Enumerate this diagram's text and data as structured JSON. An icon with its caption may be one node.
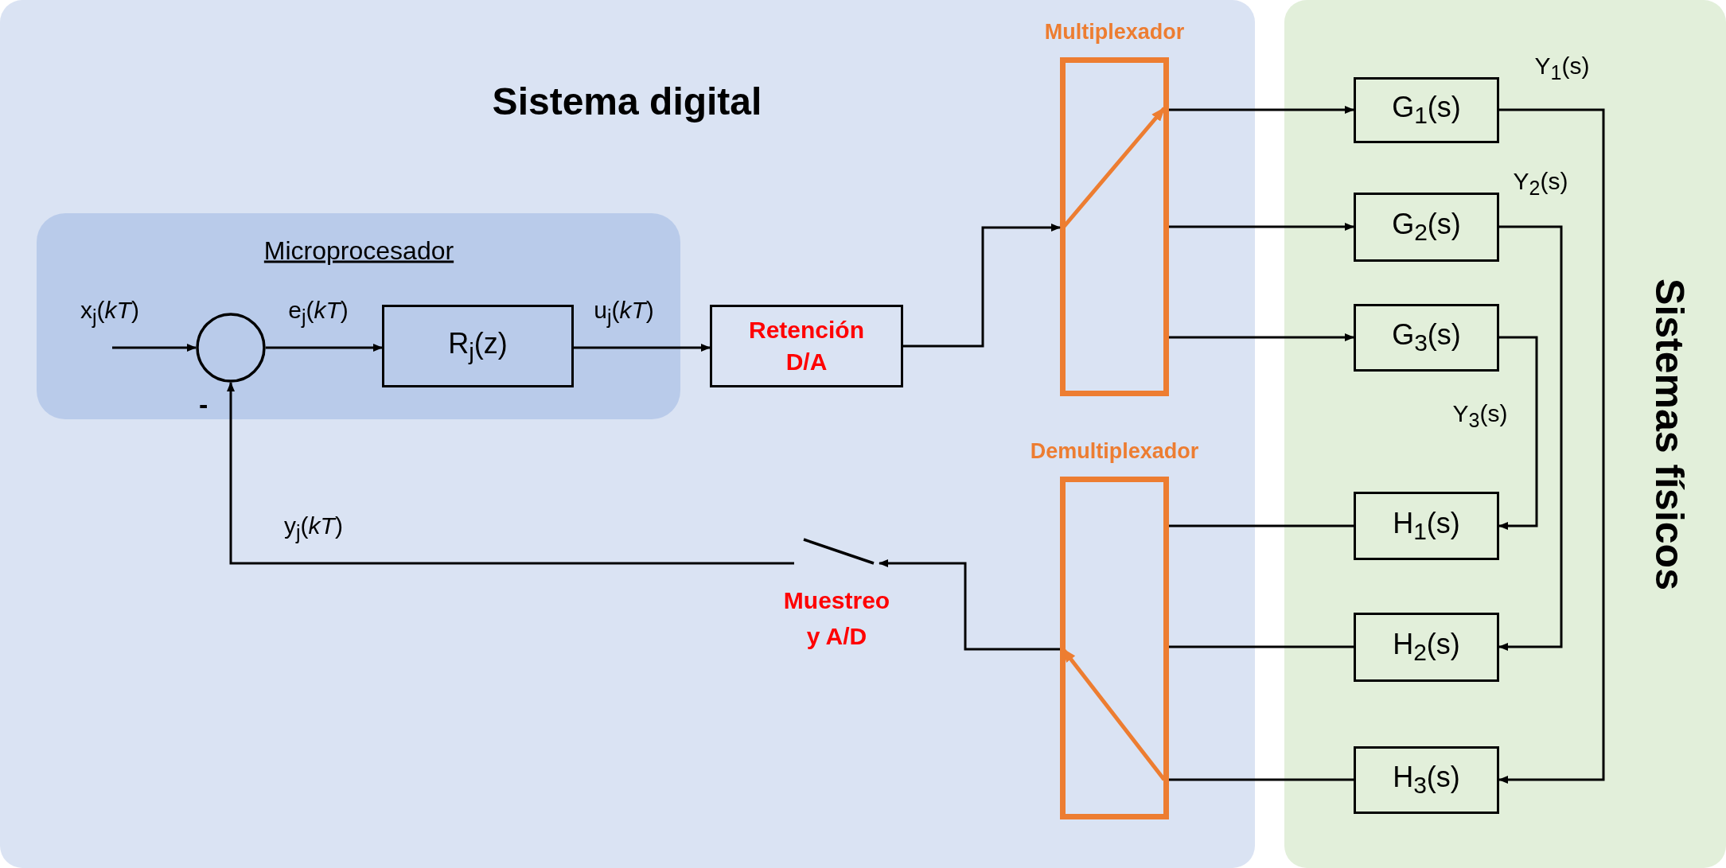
{
  "diagram": {
    "nodes": [
      {
        "text": [
          "Sistema digital"
        ]
      },
      {
        "text": [
          "Microprocesador"
        ],
        "in": 0
      },
      {
        "text": [],
        "shape": "circle",
        "in": 1,
        "beside": [
          "-"
        ]
      },
      {
        "text": [
          "R$_{j}$(z)"
        ],
        "in": 1
      },
      {
        "text": [
          "Retención D/A"
        ],
        "in": 0
      },
      {
        "text": [
          "Multiplexador"
        ],
        "in": 0
      },
      {
        "text": [
          "Demultiplexador"
        ],
        "in": 0
      },
      {
        "text": [
          "Muestreo y A/D"
        ],
        "in": 0
      },
      {
        "text": [
          "Sistemas físicos"
        ]
      },
      {
        "text": [
          "G$_{1}$(s)"
        ],
        "in": 8
      },
      {
        "text": [
          "G$_{2}$(s)"
        ],
        "in": 8
      },
      {
        "text": [
          "G$_{3}$(s)"
        ],
        "in": 8
      },
      {
        "text": [
          "H$_{1}$(s)"
        ],
        "in": 8
      },
      {
        "text": [
          "H$_{2}$(s)"
        ],
        "in": 8
      },
      {
        "text": [
          "H$_{3}$(s)"
        ],
        "in": 8
      }
    ],
    "edges": [
      {
        "from": null,
        "to": 2,
        "arrow": "to",
        "label": "x$_{j}$(*kT*)"
      },
      {
        "from": 2,
        "to": 3,
        "arrow": "to",
        "label": "e$_{j}$(*kT*)"
      },
      {
        "from": 3,
        "to": 4,
        "arrow": "to",
        "label": "u$_{j}$(*kT*)"
      },
      {
        "from": 4,
        "to": 5,
        "arrow": "to"
      },
      {
        "from": 5,
        "to": 9,
        "arrow": "to"
      },
      {
        "from": 5,
        "to": 10,
        "arrow": "to"
      },
      {
        "from": 5,
        "to": 11,
        "arrow": "to"
      },
      {
        "from": 9,
        "to": 14,
        "arrow": "to",
        "label": "Y$_{1}$(s)"
      },
      {
        "from": 10,
        "to": 13,
        "arrow": "to",
        "label": "Y$_{2}$(s)"
      },
      {
        "from": 11,
        "to": 12,
        "arrow": "to",
        "label": "Y$_{3}$(s)"
      },
      {
        "from": 12,
        "to": 6,
        "arrow": "none"
      },
      {
        "from": 13,
        "to": 6,
        "arrow": "none"
      },
      {
        "from": 14,
        "to": 6,
        "arrow": "none"
      },
      {
        "from": 6,
        "to": 7,
        "arrow": "to"
      },
      {
        "from": 7,
        "to": 2,
        "arrow": "to",
        "label": "y$_{j}$(*kT*)"
      }
    ]
  }
}
